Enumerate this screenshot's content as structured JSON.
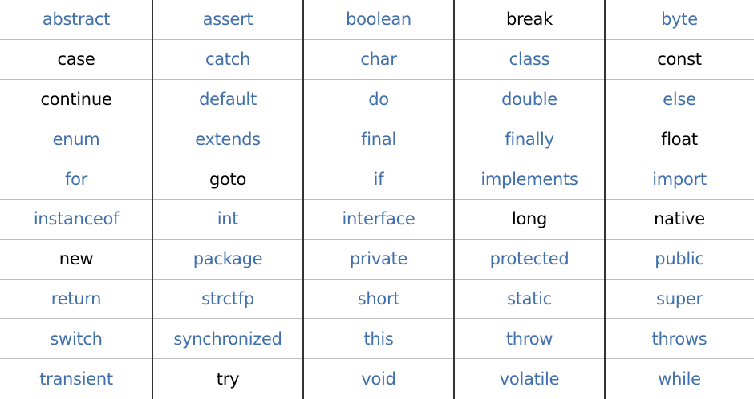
{
  "colors": {
    "blue_text": "#3f6fad",
    "black_text": "#000000",
    "row_divider": "#bcbcbc",
    "column_divider": "#333333"
  },
  "table": {
    "rows": [
      [
        {
          "text": "abstract",
          "color": "blue"
        },
        {
          "text": "assert",
          "color": "blue"
        },
        {
          "text": "boolean",
          "color": "blue"
        },
        {
          "text": "break",
          "color": "black"
        },
        {
          "text": "byte",
          "color": "blue"
        }
      ],
      [
        {
          "text": "case",
          "color": "black"
        },
        {
          "text": "catch",
          "color": "blue"
        },
        {
          "text": "char",
          "color": "blue"
        },
        {
          "text": "class",
          "color": "blue"
        },
        {
          "text": "const",
          "color": "black"
        }
      ],
      [
        {
          "text": "continue",
          "color": "black"
        },
        {
          "text": "default",
          "color": "blue"
        },
        {
          "text": "do",
          "color": "blue"
        },
        {
          "text": "double",
          "color": "blue"
        },
        {
          "text": "else",
          "color": "blue"
        }
      ],
      [
        {
          "text": "enum",
          "color": "blue"
        },
        {
          "text": "extends",
          "color": "blue"
        },
        {
          "text": "final",
          "color": "blue"
        },
        {
          "text": "finally",
          "color": "blue"
        },
        {
          "text": "float",
          "color": "black"
        }
      ],
      [
        {
          "text": "for",
          "color": "blue"
        },
        {
          "text": "goto",
          "color": "black"
        },
        {
          "text": "if",
          "color": "blue"
        },
        {
          "text": "implements",
          "color": "blue"
        },
        {
          "text": "import",
          "color": "blue"
        }
      ],
      [
        {
          "text": "instanceof",
          "color": "blue"
        },
        {
          "text": "int",
          "color": "blue"
        },
        {
          "text": "interface",
          "color": "blue"
        },
        {
          "text": "long",
          "color": "black"
        },
        {
          "text": "native",
          "color": "black"
        }
      ],
      [
        {
          "text": "new",
          "color": "black"
        },
        {
          "text": "package",
          "color": "blue"
        },
        {
          "text": "private",
          "color": "blue"
        },
        {
          "text": "protected",
          "color": "blue"
        },
        {
          "text": "public",
          "color": "blue"
        }
      ],
      [
        {
          "text": "return",
          "color": "blue"
        },
        {
          "text": "strctfp",
          "color": "blue"
        },
        {
          "text": "short",
          "color": "blue"
        },
        {
          "text": "static",
          "color": "blue"
        },
        {
          "text": "super",
          "color": "blue"
        }
      ],
      [
        {
          "text": "switch",
          "color": "blue"
        },
        {
          "text": "synchronized",
          "color": "blue"
        },
        {
          "text": "this",
          "color": "blue"
        },
        {
          "text": "throw",
          "color": "blue"
        },
        {
          "text": "throws",
          "color": "blue"
        }
      ],
      [
        {
          "text": "transient",
          "color": "blue"
        },
        {
          "text": "try",
          "color": "black"
        },
        {
          "text": "void",
          "color": "blue"
        },
        {
          "text": "volatile",
          "color": "blue"
        },
        {
          "text": "while",
          "color": "blue"
        }
      ]
    ]
  }
}
